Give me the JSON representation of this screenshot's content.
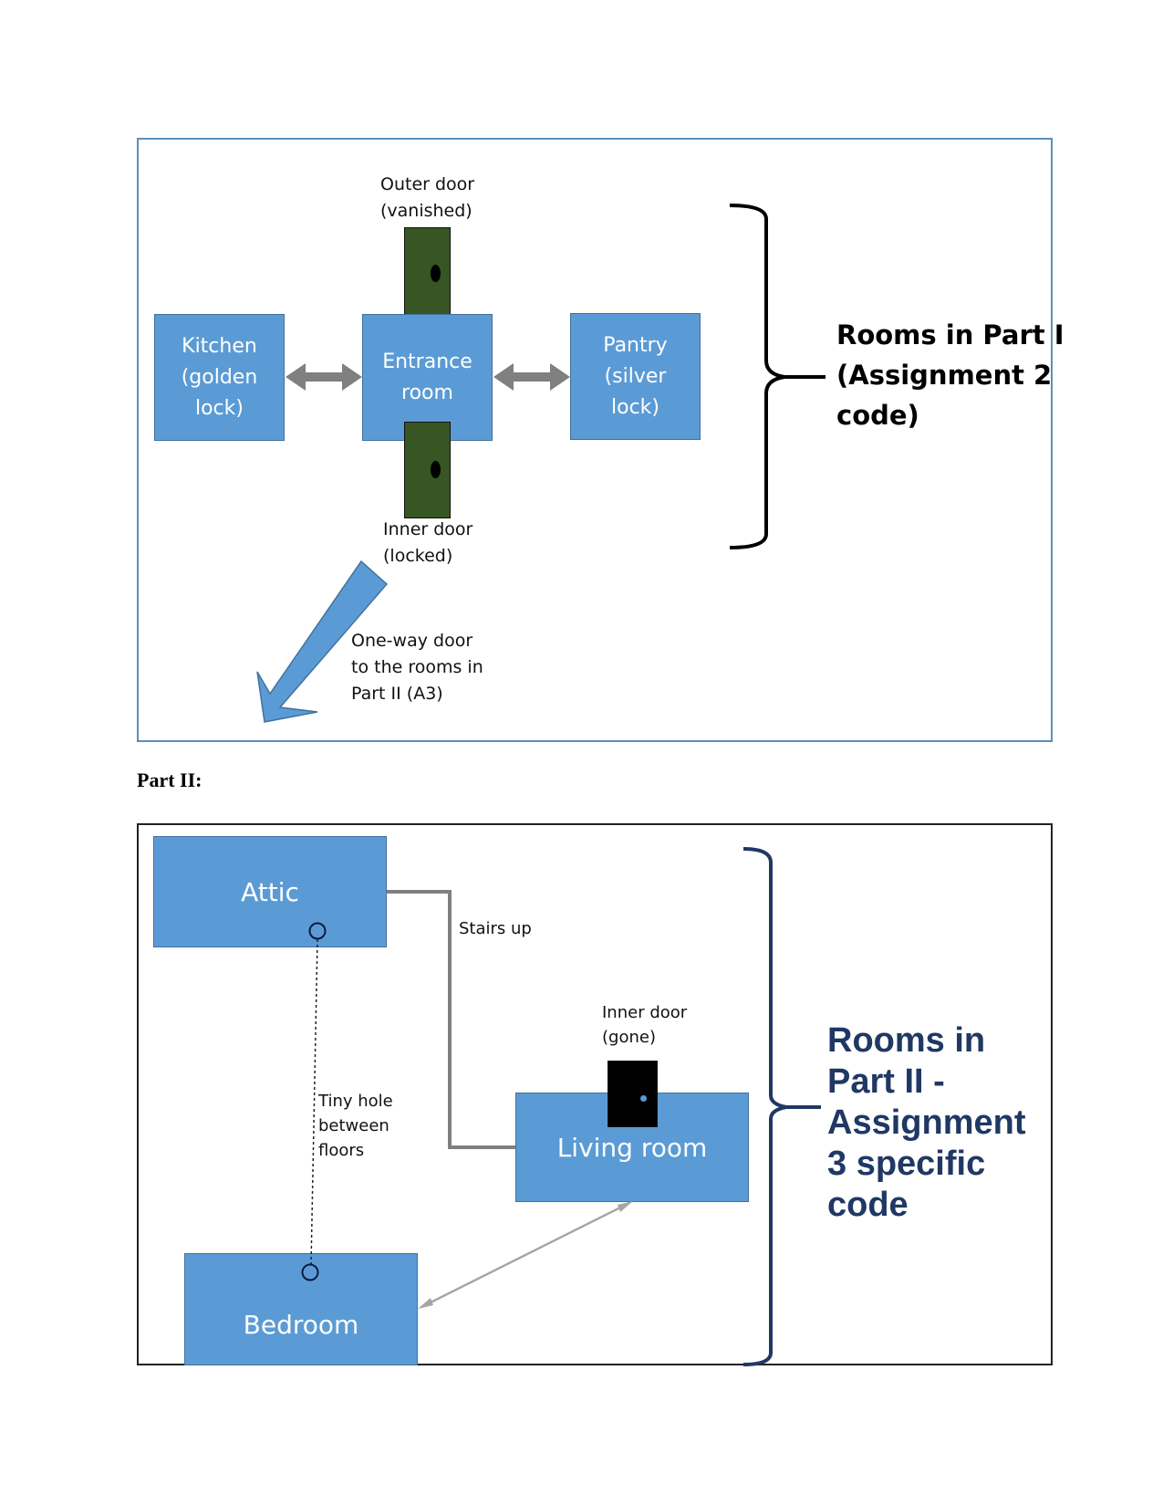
{
  "part1": {
    "rooms": {
      "kitchen": "Kitchen\n(golden\nlock)",
      "entrance": "Entrance\nroom",
      "pantry": "Pantry\n(silver\nlock)"
    },
    "labels": {
      "outer_door": "Outer door\n(vanished)",
      "inner_door": "Inner door\n(locked)",
      "one_way": "One-way door\nto the rooms in\nPart II (A3)"
    },
    "brace_label": "Rooms in Part I\n(Assignment 2\ncode)"
  },
  "heading": "Part II:",
  "part2": {
    "rooms": {
      "attic": "Attic",
      "living": "Living room",
      "bedroom": "Bedroom"
    },
    "labels": {
      "stairs": "Stairs up",
      "inner_door": "Inner door\n(gone)",
      "tiny_hole": "Tiny hole\nbetween\nfloors"
    },
    "brace_label": "Rooms in\nPart II -\nAssignment\n3 specific\ncode"
  },
  "colors": {
    "room_fill": "#5b9bd5",
    "door_green": "#375623",
    "brace2": "#1f3864",
    "arrow_gray": "#808080"
  }
}
